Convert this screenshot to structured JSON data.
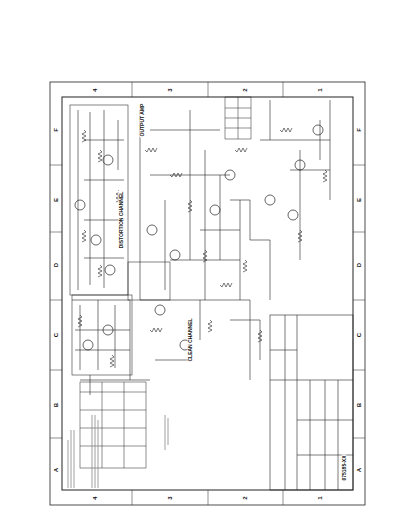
{
  "diagram": {
    "labels": [
      "F",
      "E",
      "D",
      "C",
      "B",
      "A",
      "F",
      "E",
      "D",
      "C",
      "B",
      "A",
      "4",
      "3",
      "2",
      "1",
      "4",
      "3",
      "2",
      "1",
      "DISTORTION CHANNEL",
      "CLEAN CHANNEL",
      "OUTPUT AMP",
      "075185-XX"
    ]
  }
}
